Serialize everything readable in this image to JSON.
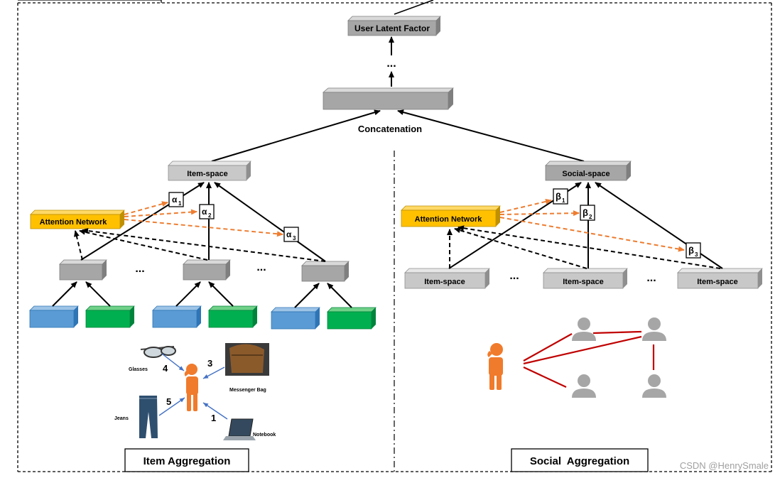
{
  "top": {
    "user_latent_factor": "User Latent Factor",
    "dots": "...",
    "concatenation": "Concatenation"
  },
  "item_side": {
    "item_space": "Item-space",
    "attention_network": "Attention Network",
    "alpha_1": "α",
    "alpha_2": "α",
    "alpha_3": "α",
    "sub_1": "1",
    "sub_2": "2",
    "sub_3": "3",
    "dots": "...",
    "caption": "Item Aggregation",
    "illustration": {
      "glasses": "Glasses",
      "messenger_bag": "Messenger Bag",
      "jeans": "Jeans",
      "notebook": "Notebook",
      "n1": "1",
      "n3": "3",
      "n4": "4",
      "n5": "5"
    }
  },
  "social_side": {
    "social_space": "Social-space",
    "attention_network": "Attention Network",
    "beta_1": "β",
    "beta_2": "β",
    "beta_3": "β",
    "sub_1": "1",
    "sub_2": "2",
    "sub_3": "3",
    "item_space": "Item-space",
    "dots": "...",
    "caption": "Social  Aggregation"
  },
  "watermark": "CSDN @HenrySmale",
  "colors": {
    "grey_box": "#a6a6a6",
    "light_box": "#c8c8c8",
    "attention": "#ffc000",
    "blue": "#5b9bd5",
    "green": "#00b050",
    "orange_arrow": "#ed7d31",
    "person": "#f07b2c",
    "friend": "#a6a6a6",
    "social_link": "#c00000",
    "item_link": "#4472c4"
  }
}
